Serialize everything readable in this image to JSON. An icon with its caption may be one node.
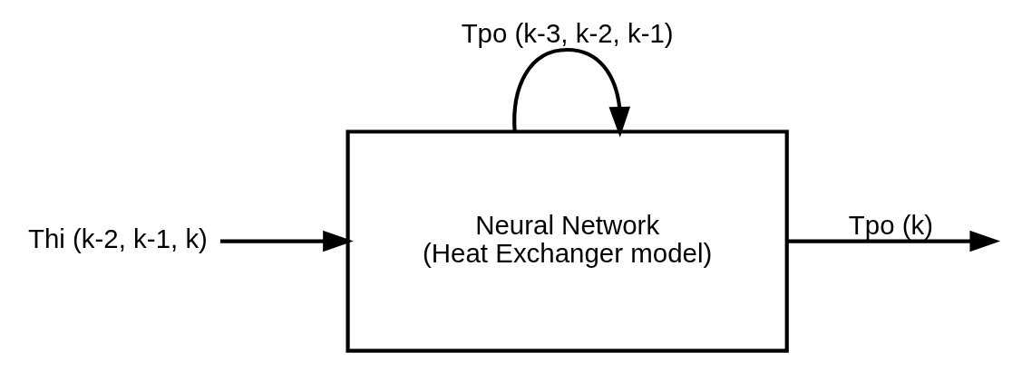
{
  "diagram": {
    "nodes": [
      {
        "text": [
          "Thi (k-2, k-1, k)"
        ]
      },
      {
        "text": [
          "Neural Network",
          "(Heat Exchanger model)"
        ]
      }
    ],
    "edges": [
      {
        "from": 0,
        "to": 1,
        "arrow": "to"
      },
      {
        "from": 1,
        "to": null,
        "arrow": "to",
        "label": "Tpo (k)"
      },
      {
        "from": 1,
        "to": 1,
        "arrow": "to",
        "label": "Tpo (k-3, k-2, k-1)"
      }
    ]
  }
}
